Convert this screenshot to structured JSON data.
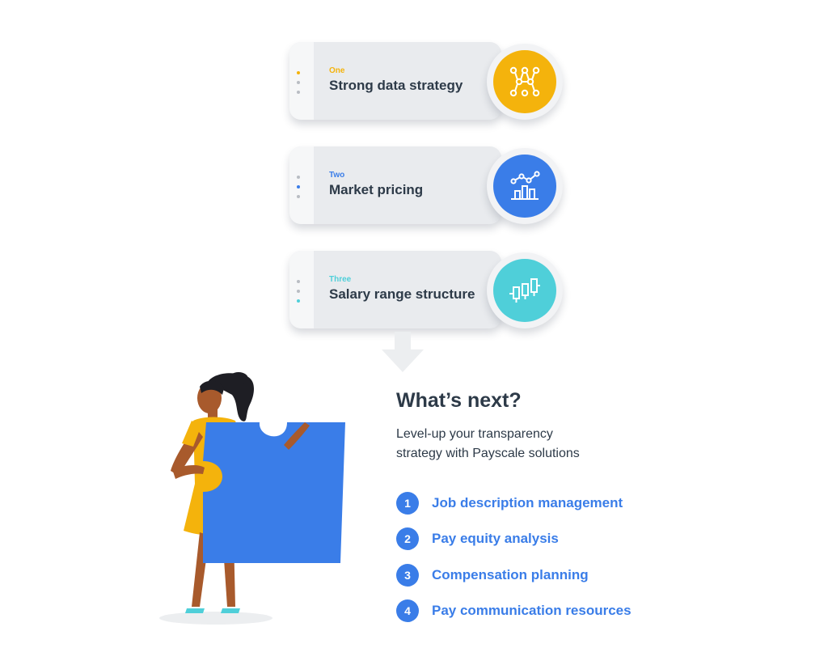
{
  "steps": [
    {
      "number": "One",
      "title": "Strong data strategy",
      "color": "#f4b30c",
      "icon": "network-nodes-icon"
    },
    {
      "number": "Two",
      "title": "Market pricing",
      "color": "#3a7de8",
      "icon": "bar-chart-trend-icon"
    },
    {
      "number": "Three",
      "title": "Salary range structure",
      "color": "#4fcfd9",
      "icon": "range-bars-icon"
    }
  ],
  "next": {
    "title": "What’s next?",
    "subtitle_line1": "Level-up your transparency",
    "subtitle_line2": "strategy with Payscale solutions"
  },
  "solutions": [
    {
      "num": "1",
      "label": "Job description management"
    },
    {
      "num": "2",
      "label": "Pay equity analysis"
    },
    {
      "num": "3",
      "label": "Compensation planning"
    },
    {
      "num": "4",
      "label": "Pay communication resources"
    }
  ],
  "colors": {
    "accent": "#3a7de8",
    "text_dark": "#2d3a48",
    "card_bg": "#e9ebee"
  },
  "illustration": "woman-holding-puzzle-piece-illustration"
}
